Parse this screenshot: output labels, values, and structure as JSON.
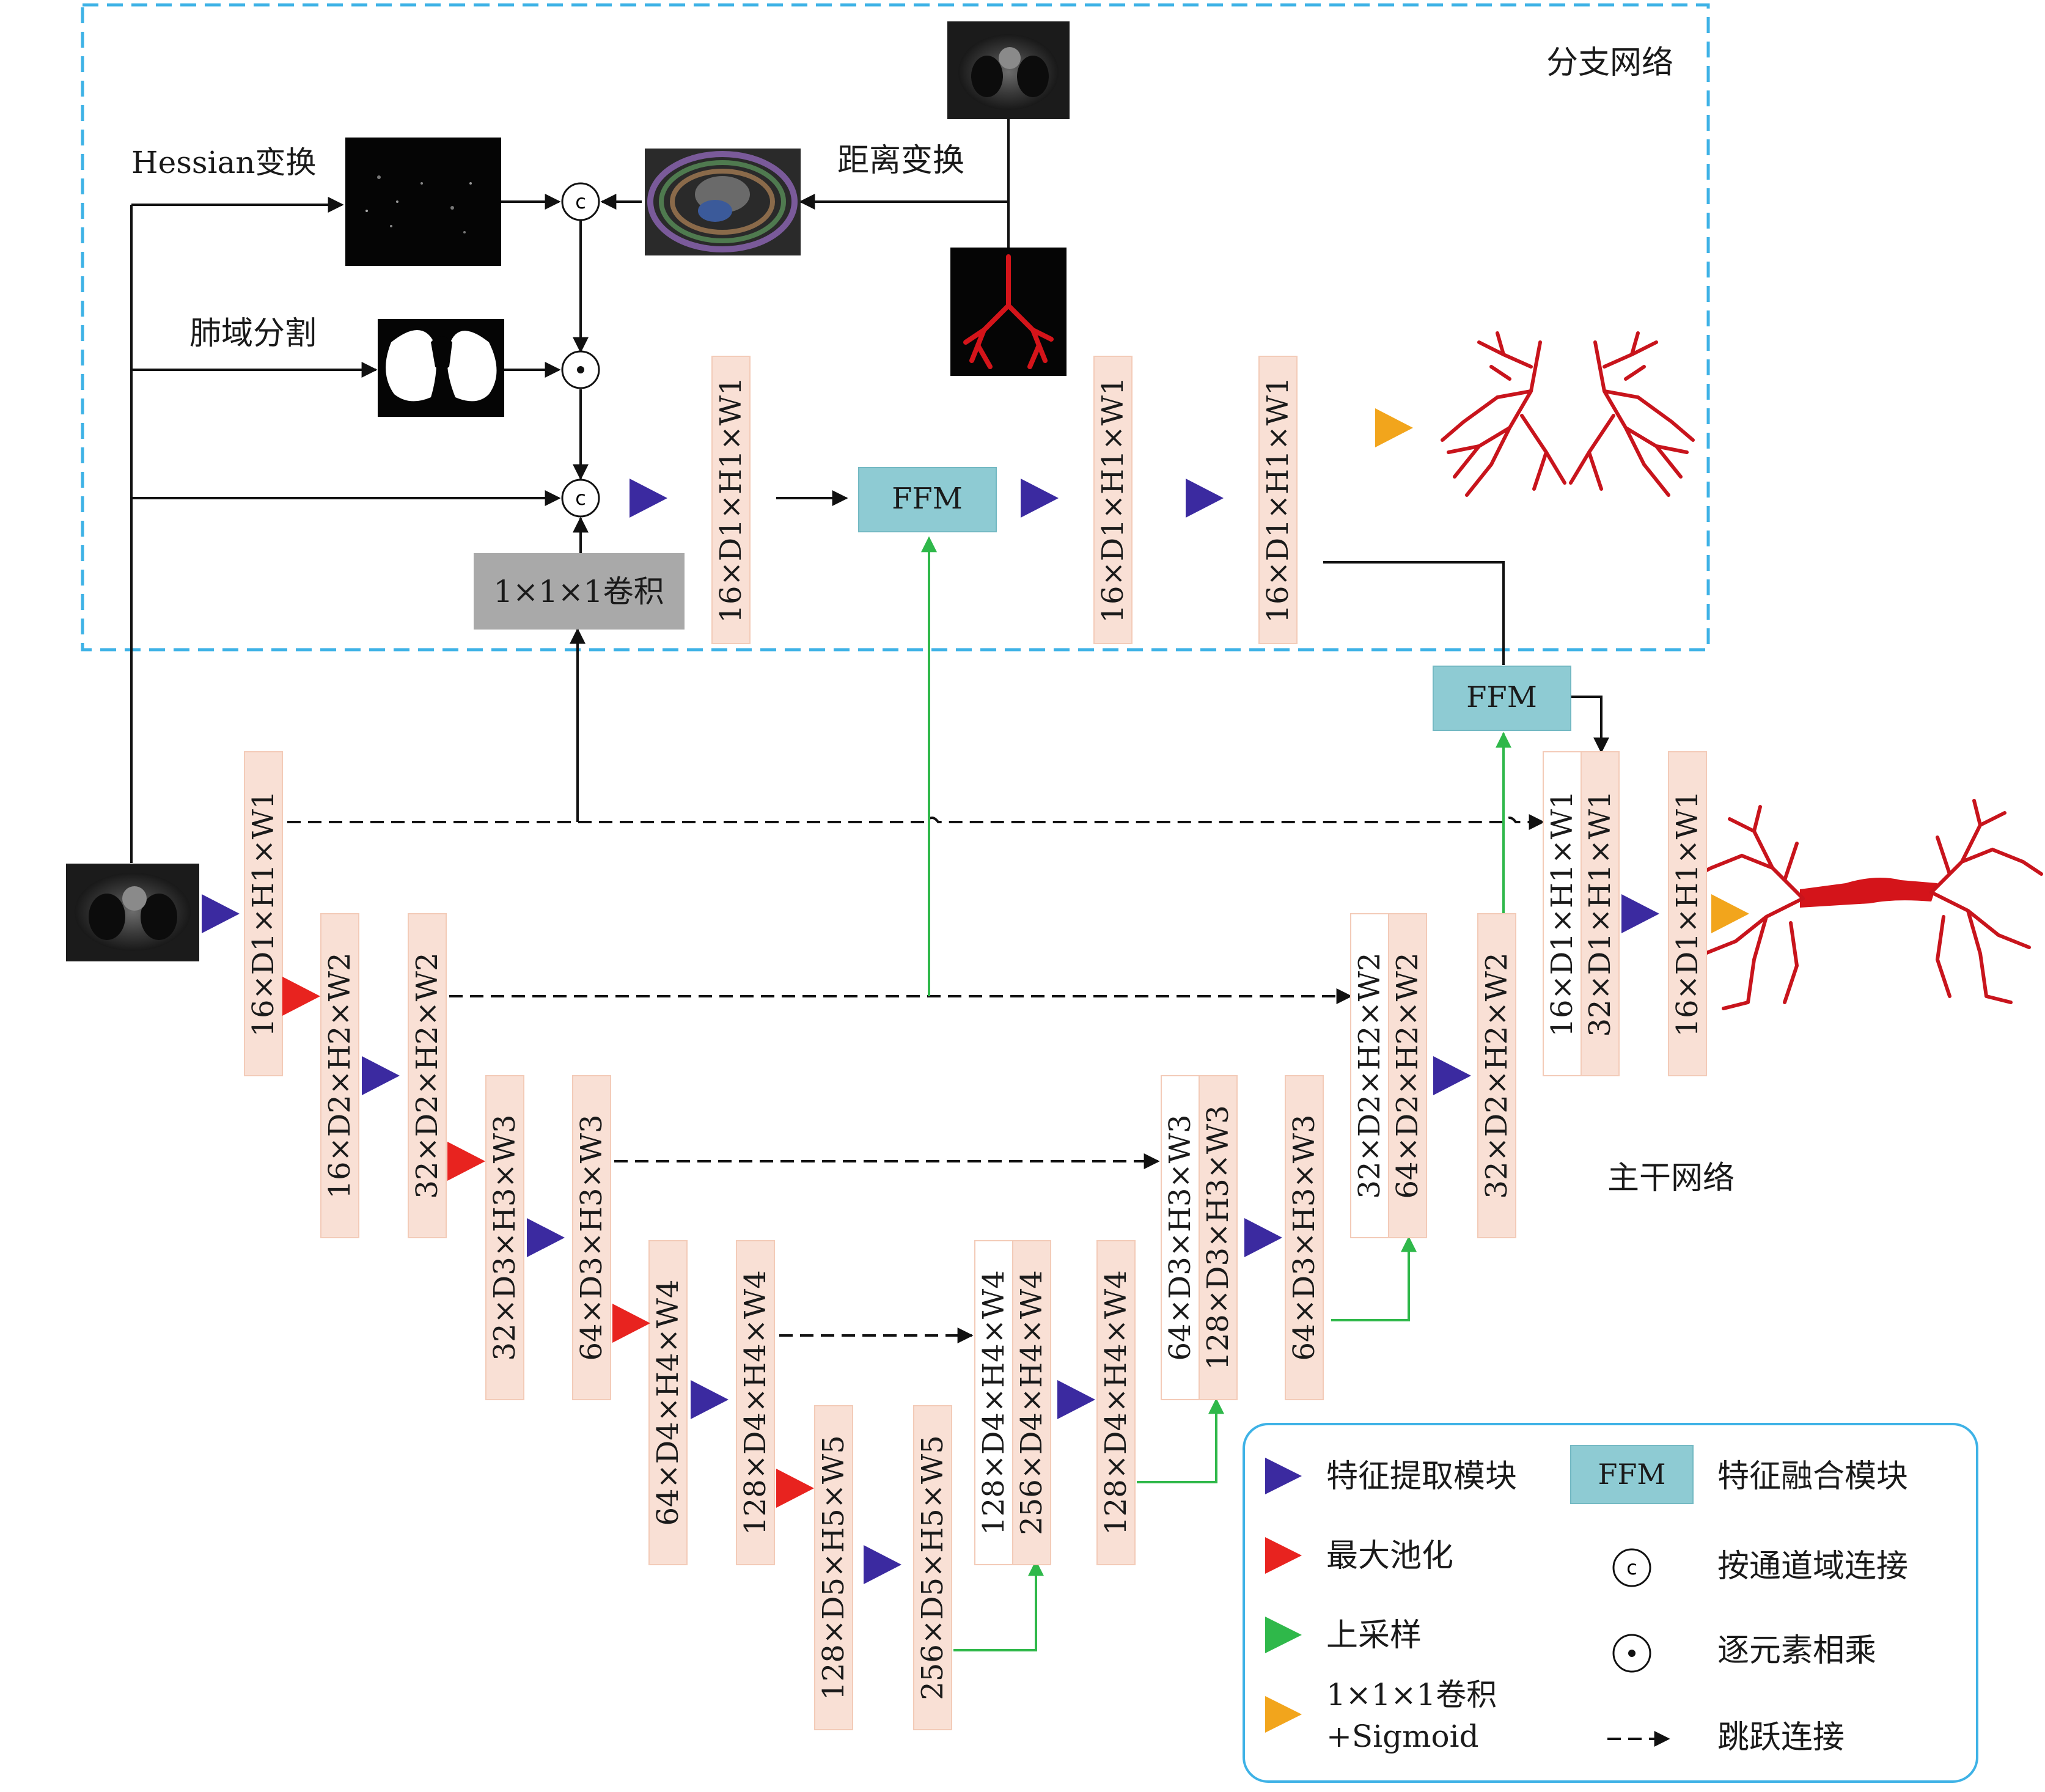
{
  "branch_title": "分支网络",
  "trunk_title": "主干网络",
  "transforms": {
    "hessian": "Hessian变换",
    "distance": "距离变换",
    "lung_seg": "肺域分割"
  },
  "conv_box": "1×1×1卷积",
  "ffm_label": "FFM",
  "op_concat": "c",
  "branch_blocks": [
    "16×D1×H1×W1",
    "16×D1×H1×W1",
    "16×D1×H1×W1"
  ],
  "encoder_blocks": [
    "16×D1×H1×W1",
    "16×D2×H2×W2",
    "32×D2×H2×W2",
    "32×D3×H3×W3",
    "64×D3×H3×W3",
    "64×D4×H4×W4",
    "128×D4×H4×W4",
    "128×D5×H5×W5",
    "256×D5×H5×W5"
  ],
  "decoder_blocks": [
    "128×D4×H4×W4",
    "256×D4×H4×W4",
    "128×D4×H4×W4",
    "64×D3×H3×W3",
    "128×D3×H3×W3",
    "64×D3×H3×W3",
    "32×D2×H2×W2",
    "64×D2×H2×W2",
    "32×D2×H2×W2",
    "16×D1×H1×W1",
    "32×D1×H1×W1",
    "16×D1×H1×W1"
  ],
  "legend": {
    "feature_extract": "特征提取模块",
    "max_pool": "最大池化",
    "upsample": "上采样",
    "conv_sigmoid_1": "1×1×1卷积",
    "conv_sigmoid_2": "+Sigmoid",
    "ffm": "FFM",
    "ffm_desc": "特征融合模块",
    "concat": "按通道域连接",
    "multiply": "逐元素相乘",
    "skip": "跳跃连接"
  },
  "colors": {
    "feature_extract": "#3b2aa0",
    "max_pool": "#e8231f",
    "upsample": "#2fb84a",
    "sigmoid": "#f2a51c",
    "block_fill": "#f9e0d5",
    "ffm_fill": "#8ecbd3",
    "branch_border": "#3eb2e6"
  }
}
